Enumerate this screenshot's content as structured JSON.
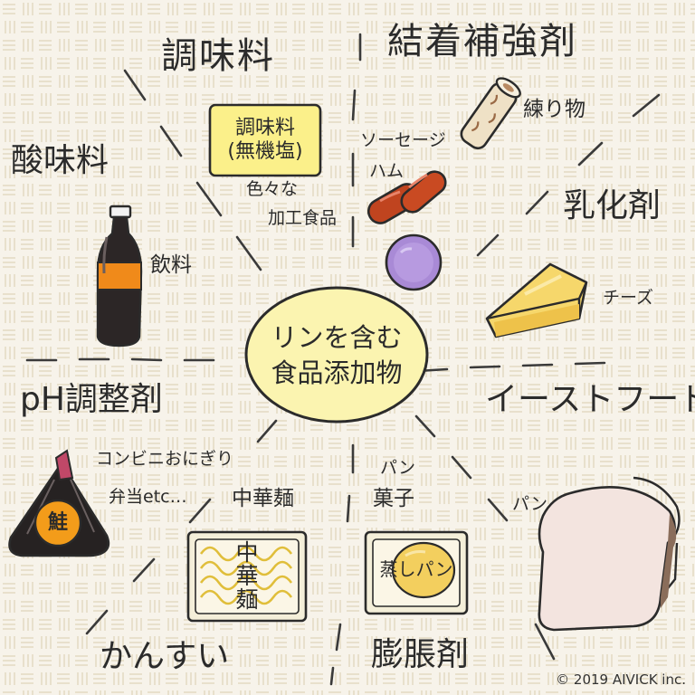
{
  "center": {
    "line1": "リンを含む",
    "line2": "食品添加物"
  },
  "categories": {
    "seasoning": "調味料",
    "binder": "結着補強剤",
    "acidulant": "酸味料",
    "emulsifier": "乳化剤",
    "ph_adjuster": "pH調整剤",
    "yeast_food": "イーストフード",
    "kansui": "かんすい",
    "leavening": "膨脹剤"
  },
  "items": {
    "seasoning_box_line1": "調味料",
    "seasoning_box_line2": "(無機塩)",
    "processed_foods_line1": "色々な",
    "processed_foods_line2": "加工食品",
    "sausage": "ソーセージ",
    "ham": "ハム",
    "fish_paste": "練り物",
    "drinks": "飲料",
    "cheese": "チーズ",
    "rice_ball_line1": "コンビニおにぎり",
    "rice_ball_line2": "弁当etc…",
    "chinese_noodles": "中華麺",
    "bread_sweets_line1": "パン",
    "bread_sweets_line2": "菓子",
    "bread": "パン"
  },
  "package_text": {
    "noodle_pack_line1": "中",
    "noodle_pack_line2": "華",
    "noodle_pack_line3": "麺",
    "steamed_bread": "蒸しパン",
    "salmon": "鮭"
  },
  "copyright": "© 2019 AIVICK inc.",
  "colors": {
    "background": "#f7f3ea",
    "stripe": "#e8e0cc",
    "center_fill": "#fbf4b0",
    "label_box": "#fbf08a",
    "sausage": "#c0441f",
    "ham": "#a98ad6",
    "cheese": "#f6d76b",
    "bottle_label": "#f08a1a",
    "bread_crust": "#8a6d5a",
    "bread_inside": "#f3e4df"
  }
}
